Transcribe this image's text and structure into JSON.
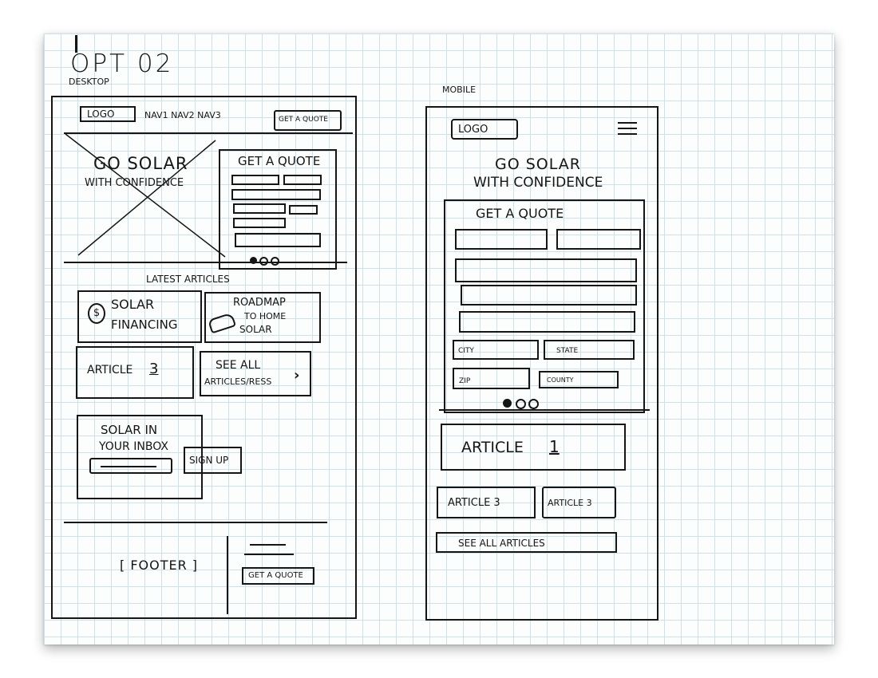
{
  "sheet": {
    "title": "OPT 02"
  },
  "desktop": {
    "label": "DESKTOP",
    "nav": {
      "logo": "LOGO",
      "links": "NAV1 NAV2 NAV3",
      "cta": "GET A QUOTE"
    },
    "hero": {
      "headline_line1": "GO SOLAR",
      "headline_line2": "WITH CONFIDENCE"
    },
    "quote_form": {
      "title": "GET A QUOTE"
    },
    "articles": {
      "heading": "LATEST ARTICLES",
      "card1": {
        "icon": "dollar-icon",
        "line1": "SOLAR",
        "line2": "FINANCING"
      },
      "card2": {
        "icon": "car-icon",
        "line1": "ROADMAP",
        "line2": "TO HOME",
        "line3": "SOLAR"
      },
      "card3": {
        "label": "ARTICLE",
        "number": "3"
      },
      "card4": {
        "line1": "SEE ALL",
        "line2": "ARTICLES/RESS"
      }
    },
    "newsletter": {
      "line1": "SOLAR IN",
      "line2": "YOUR INBOX",
      "button": "SIGN UP"
    },
    "footer": {
      "label": "[ FOOTER ]",
      "cta": "GET A QUOTE"
    }
  },
  "mobile": {
    "label": "MOBILE",
    "nav": {
      "logo": "LOGO",
      "menu_icon": "hamburger-icon"
    },
    "hero": {
      "headline_line1": "GO SOLAR",
      "headline_line2": "WITH CONFIDENCE"
    },
    "quote_form": {
      "title": "GET A QUOTE",
      "city": "CITY",
      "state": "STATE",
      "zip": "ZIP",
      "county": "COUNTY"
    },
    "article_main": {
      "label": "ARTICLE",
      "number": "1"
    },
    "article_a": "ARTICLE 3",
    "article_b": "ARTICLE 3",
    "see_all": "SEE ALL ARTICLES"
  }
}
